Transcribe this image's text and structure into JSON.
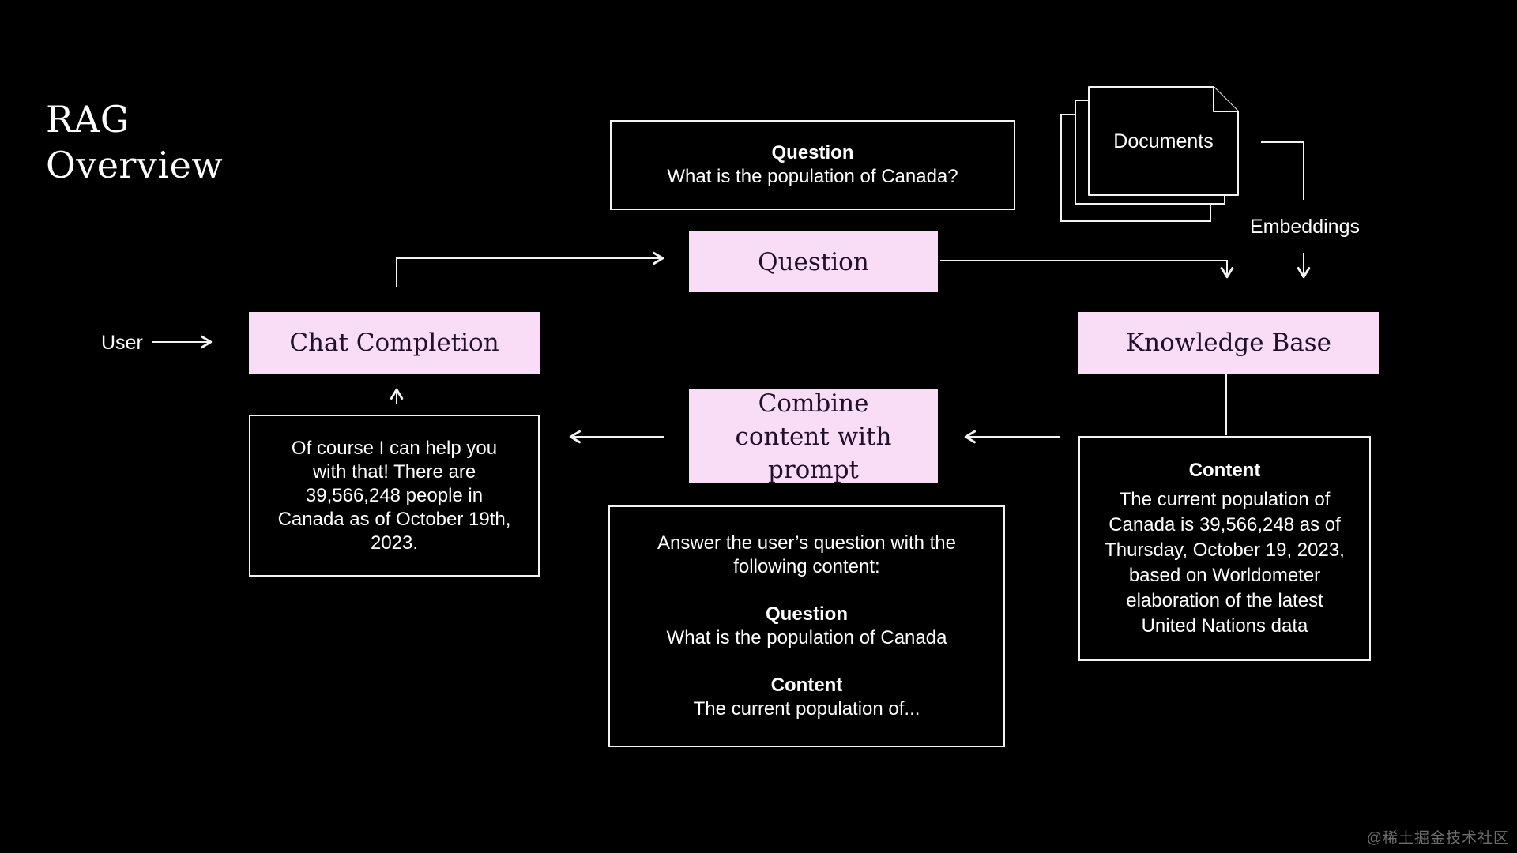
{
  "title": "RAG Overview",
  "watermark": "@稀土掘金技术社区",
  "colors": {
    "background": "#000000",
    "node_pink": "#f9ddf7",
    "node_pink_text": "#20102a",
    "line_white": "#f2f2f2",
    "text_white": "#fdfdfd",
    "watermark_gray": "#6e6e6e"
  },
  "nodes": {
    "user_label": "User",
    "documents_label": "Documents",
    "embeddings_label": "Embeddings",
    "question_card": {
      "heading": "Question",
      "body": "What is the population of Canada?"
    },
    "question_step": "Question",
    "chat_completion_step": "Chat Completion",
    "knowledge_base_step": "Knowledge Base",
    "combine_step": "Combine content with prompt",
    "answer_card": "Of course I can help you with that! There are 39,566,248 people in Canada as of October 19th, 2023.",
    "prompt_card": {
      "intro": "Answer the user’s question with the following content:",
      "question_heading": "Question",
      "question_body": "What is the population of Canada",
      "content_heading": "Content",
      "content_body": "The current population of..."
    },
    "content_card": {
      "heading": "Content",
      "body": "The current population of Canada is 39,566,248 as of Thursday, October 19, 2023, based on Worldometer elaboration of the latest United Nations data"
    }
  }
}
